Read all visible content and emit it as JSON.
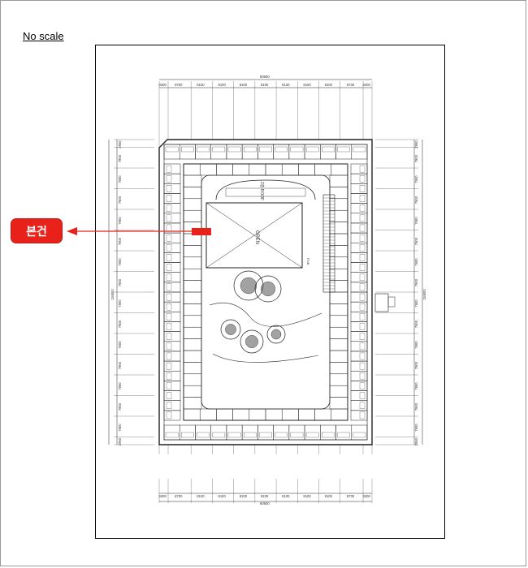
{
  "scale_note": "No scale",
  "callout_label": "본건",
  "colors": {
    "callout": "#e8221b",
    "marker": "#e8221b",
    "linework": "#222222"
  },
  "drawing": {
    "overall_width_top": "80900",
    "overall_width_bottom": "80900",
    "overall_height": "116800",
    "bay_widths": [
      "3400",
      "8700",
      "8100",
      "8100",
      "8100",
      "8100",
      "8100",
      "8100",
      "8100",
      "8730",
      "3400"
    ],
    "row_heights": [
      "2950",
      "7900",
      "7900",
      "7900",
      "7900",
      "7900",
      "7900",
      "7900",
      "7900",
      "7900",
      "7900",
      "7900",
      "7900",
      "7900",
      "7900",
      "2950"
    ],
    "court_label": "OPEN",
    "roof_label": "2층 ROOF",
    "tag_label": "PUB"
  }
}
